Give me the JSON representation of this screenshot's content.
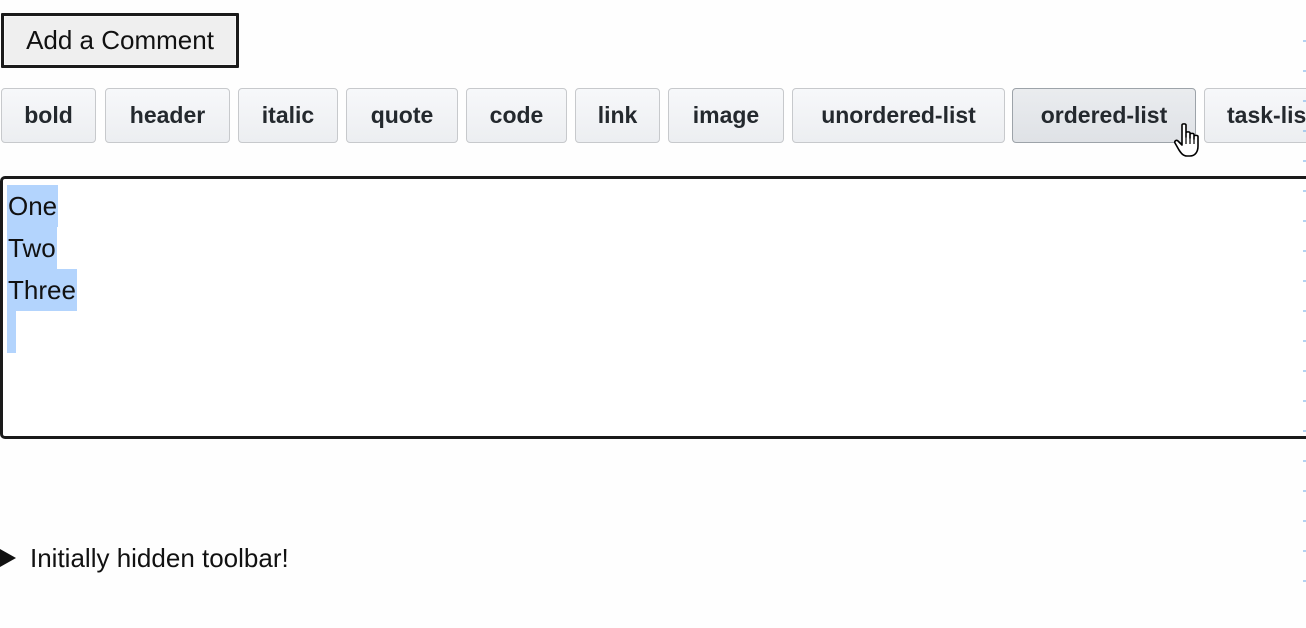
{
  "add_comment": {
    "label": "Add a Comment"
  },
  "toolbar": {
    "buttons": [
      {
        "id": "bold",
        "label": "bold"
      },
      {
        "id": "header",
        "label": "header"
      },
      {
        "id": "italic",
        "label": "italic"
      },
      {
        "id": "quote",
        "label": "quote"
      },
      {
        "id": "code",
        "label": "code"
      },
      {
        "id": "link",
        "label": "link"
      },
      {
        "id": "image",
        "label": "image"
      },
      {
        "id": "unordered-list",
        "label": "unordered-list"
      },
      {
        "id": "ordered-list",
        "label": "ordered-list"
      },
      {
        "id": "task-list",
        "label": "task-list"
      }
    ],
    "hovered": "ordered-list"
  },
  "editor": {
    "lines": [
      "One",
      "Two",
      "Three"
    ],
    "selection_color": "#b3d4fd"
  },
  "disclosure": {
    "label": "Initially hidden toolbar!",
    "icon": "triangle-right-icon"
  },
  "cursor": {
    "icon": "hand-pointer-icon"
  }
}
